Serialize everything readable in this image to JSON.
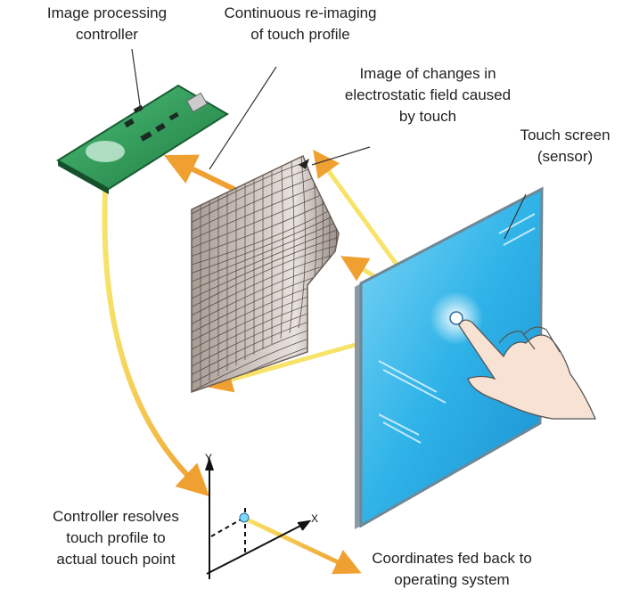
{
  "labels": {
    "controller": [
      "Image processing",
      "controller"
    ],
    "reimaging": [
      "Continuous re-imaging",
      "of touch profile"
    ],
    "field_image": [
      "Image of changes in",
      "electrostatic field caused",
      "by touch"
    ],
    "touch_screen": [
      "Touch screen",
      "(sensor)"
    ],
    "resolves": [
      "Controller resolves",
      "touch profile to",
      "actual touch point"
    ],
    "coordinates": [
      "Coordinates fed back to",
      "operating system"
    ]
  },
  "axes": {
    "x_label": "X",
    "y_label": "Y"
  },
  "colors": {
    "screen": "#2fb3e8",
    "pcb": "#2e9a55",
    "arrow": "#f0a030",
    "arrow_light": "#f7e36a",
    "mesh": "#b5a9a2"
  }
}
